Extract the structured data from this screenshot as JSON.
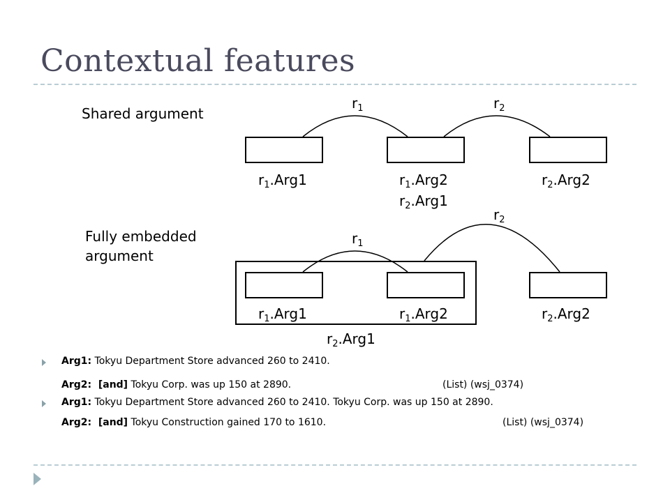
{
  "title": "Contextual features",
  "shared": {
    "label": "Shared argument",
    "r1": "r",
    "r1_sub": "1",
    "r2": "r",
    "r2_sub": "2",
    "args": [
      {
        "r": "r",
        "sub": "1",
        "txt": ".Arg1"
      },
      {
        "r": "r",
        "sub": "1",
        "txt": ".Arg2"
      },
      {
        "r": "r",
        "sub": "2",
        "txt": ".Arg2"
      }
    ],
    "arg_extra": {
      "r": "r",
      "sub": "2",
      "txt": ".Arg1"
    }
  },
  "embedded": {
    "label_line1": "Fully embedded",
    "label_line2": "argument",
    "r1": "r",
    "r1_sub": "1",
    "r2": "r",
    "r2_sub": "2",
    "args": [
      {
        "r": "r",
        "sub": "1",
        "txt": ".Arg1"
      },
      {
        "r": "r",
        "sub": "1",
        "txt": ".Arg2"
      },
      {
        "r": "r",
        "sub": "2",
        "txt": ".Arg2"
      }
    ],
    "outer_label": {
      "r": "r",
      "sub": "2",
      "txt": ".Arg1"
    }
  },
  "examples": [
    {
      "line1_key": "Arg1:",
      "line1_text": " Tokyu Department Store advanced 260 to 2410.",
      "line2_key": "Arg2:  [and]",
      "line2_text": " Tokyu Corp. was up 150 at 2890.",
      "line2_meta": "(List) (wsj_0374)"
    },
    {
      "line1_key": "Arg1:",
      "line1_text": " Tokyu Department Store advanced 260 to 2410. Tokyu Corp. was up 150 at 2890.",
      "line2_key": "Arg2:  [and]",
      "line2_text": " Tokyu Construction gained 170 to 1610.",
      "line2_meta": "(List) (wsj_0374)"
    }
  ]
}
